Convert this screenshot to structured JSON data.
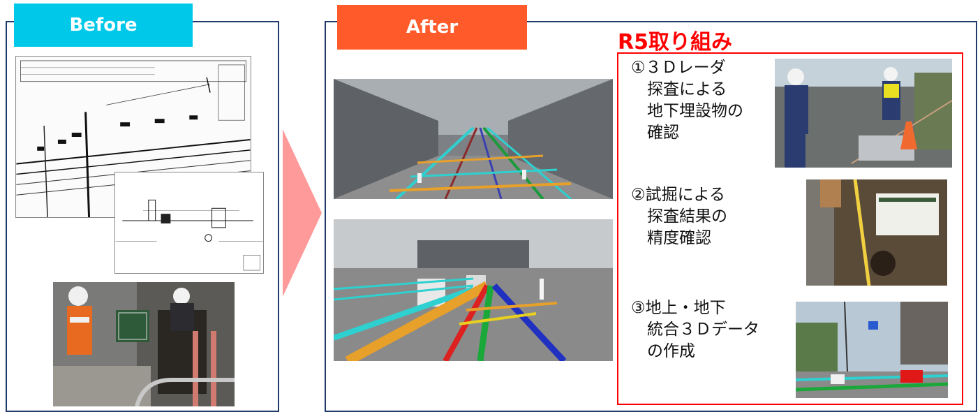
{
  "before": {
    "tab_label": "Before",
    "tab_color": "#00c8e8",
    "images": [
      "cad-drawing-large",
      "cad-drawing-small",
      "excavation-photo"
    ]
  },
  "after": {
    "tab_label": "After",
    "tab_color": "#ff5a2a",
    "images": [
      "3d-pointcloud-pipes-view-1",
      "3d-pipes-model-view-2"
    ]
  },
  "arrow": {
    "color": "#ff9a9a"
  },
  "r5": {
    "title": "R5取り組み",
    "accent": "#ff0000",
    "items": [
      {
        "text": "①３Ｄレーダ\n　探査による\n　地下埋設物の\n　確認",
        "photo": "radar-survey-photo"
      },
      {
        "text": "②試掘による\n　探査結果の\n　精度確認",
        "photo": "test-excavation-photo"
      },
      {
        "text": "③地上・地下\n　統合３Ｄデータ\n　の作成",
        "photo": "integrated-3d-data-photo"
      }
    ]
  },
  "border_color": "#1f3a6b"
}
